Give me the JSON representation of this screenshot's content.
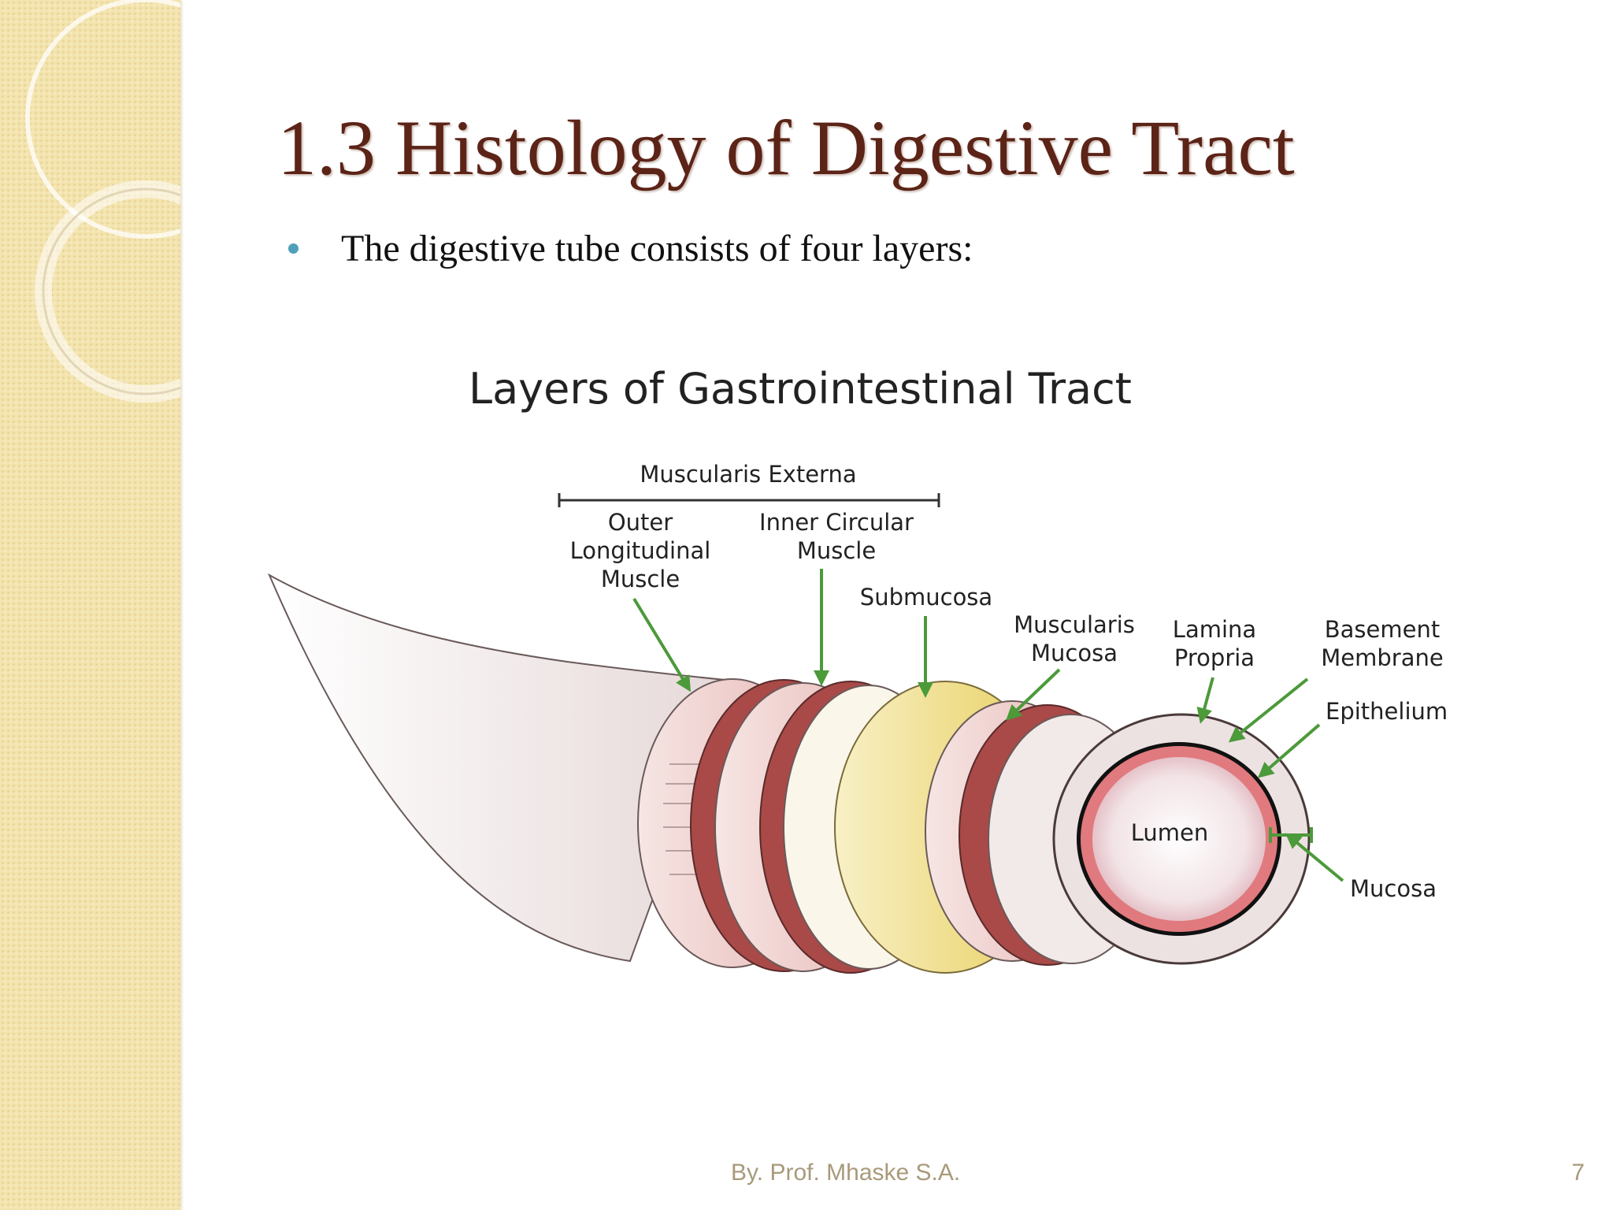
{
  "slide": {
    "title": "1.3 Histology of Digestive Tract",
    "bullet": "The digestive tube consists of four layers:",
    "footer": "By. Prof. Mhaske S.A.",
    "page_number": "7"
  },
  "diagram": {
    "title": "Layers of Gastrointestinal Tract",
    "muscularis_externa": "Muscularis Externa",
    "outer_longitudinal": [
      "Outer",
      "Longitudinal",
      "Muscle"
    ],
    "inner_circular": [
      "Inner Circular",
      "Muscle"
    ],
    "submucosa": "Submucosa",
    "muscularis_mucosa": [
      "Muscularis",
      "Mucosa"
    ],
    "lamina_propria": [
      "Lamina",
      "Propria"
    ],
    "basement_membrane": [
      "Basement",
      "Membrane"
    ],
    "epithelium": "Epithelium",
    "lumen": "Lumen",
    "mucosa": "Mucosa"
  },
  "colors": {
    "title": "#5c2317",
    "bullet": "#4fa0b8",
    "arrow": "#4c9a3a",
    "muscle_dark": "#a94a48",
    "submucosa": "#ecd36d",
    "epithelium": "#e07a7e",
    "sidebar": "#f3e3ad"
  }
}
